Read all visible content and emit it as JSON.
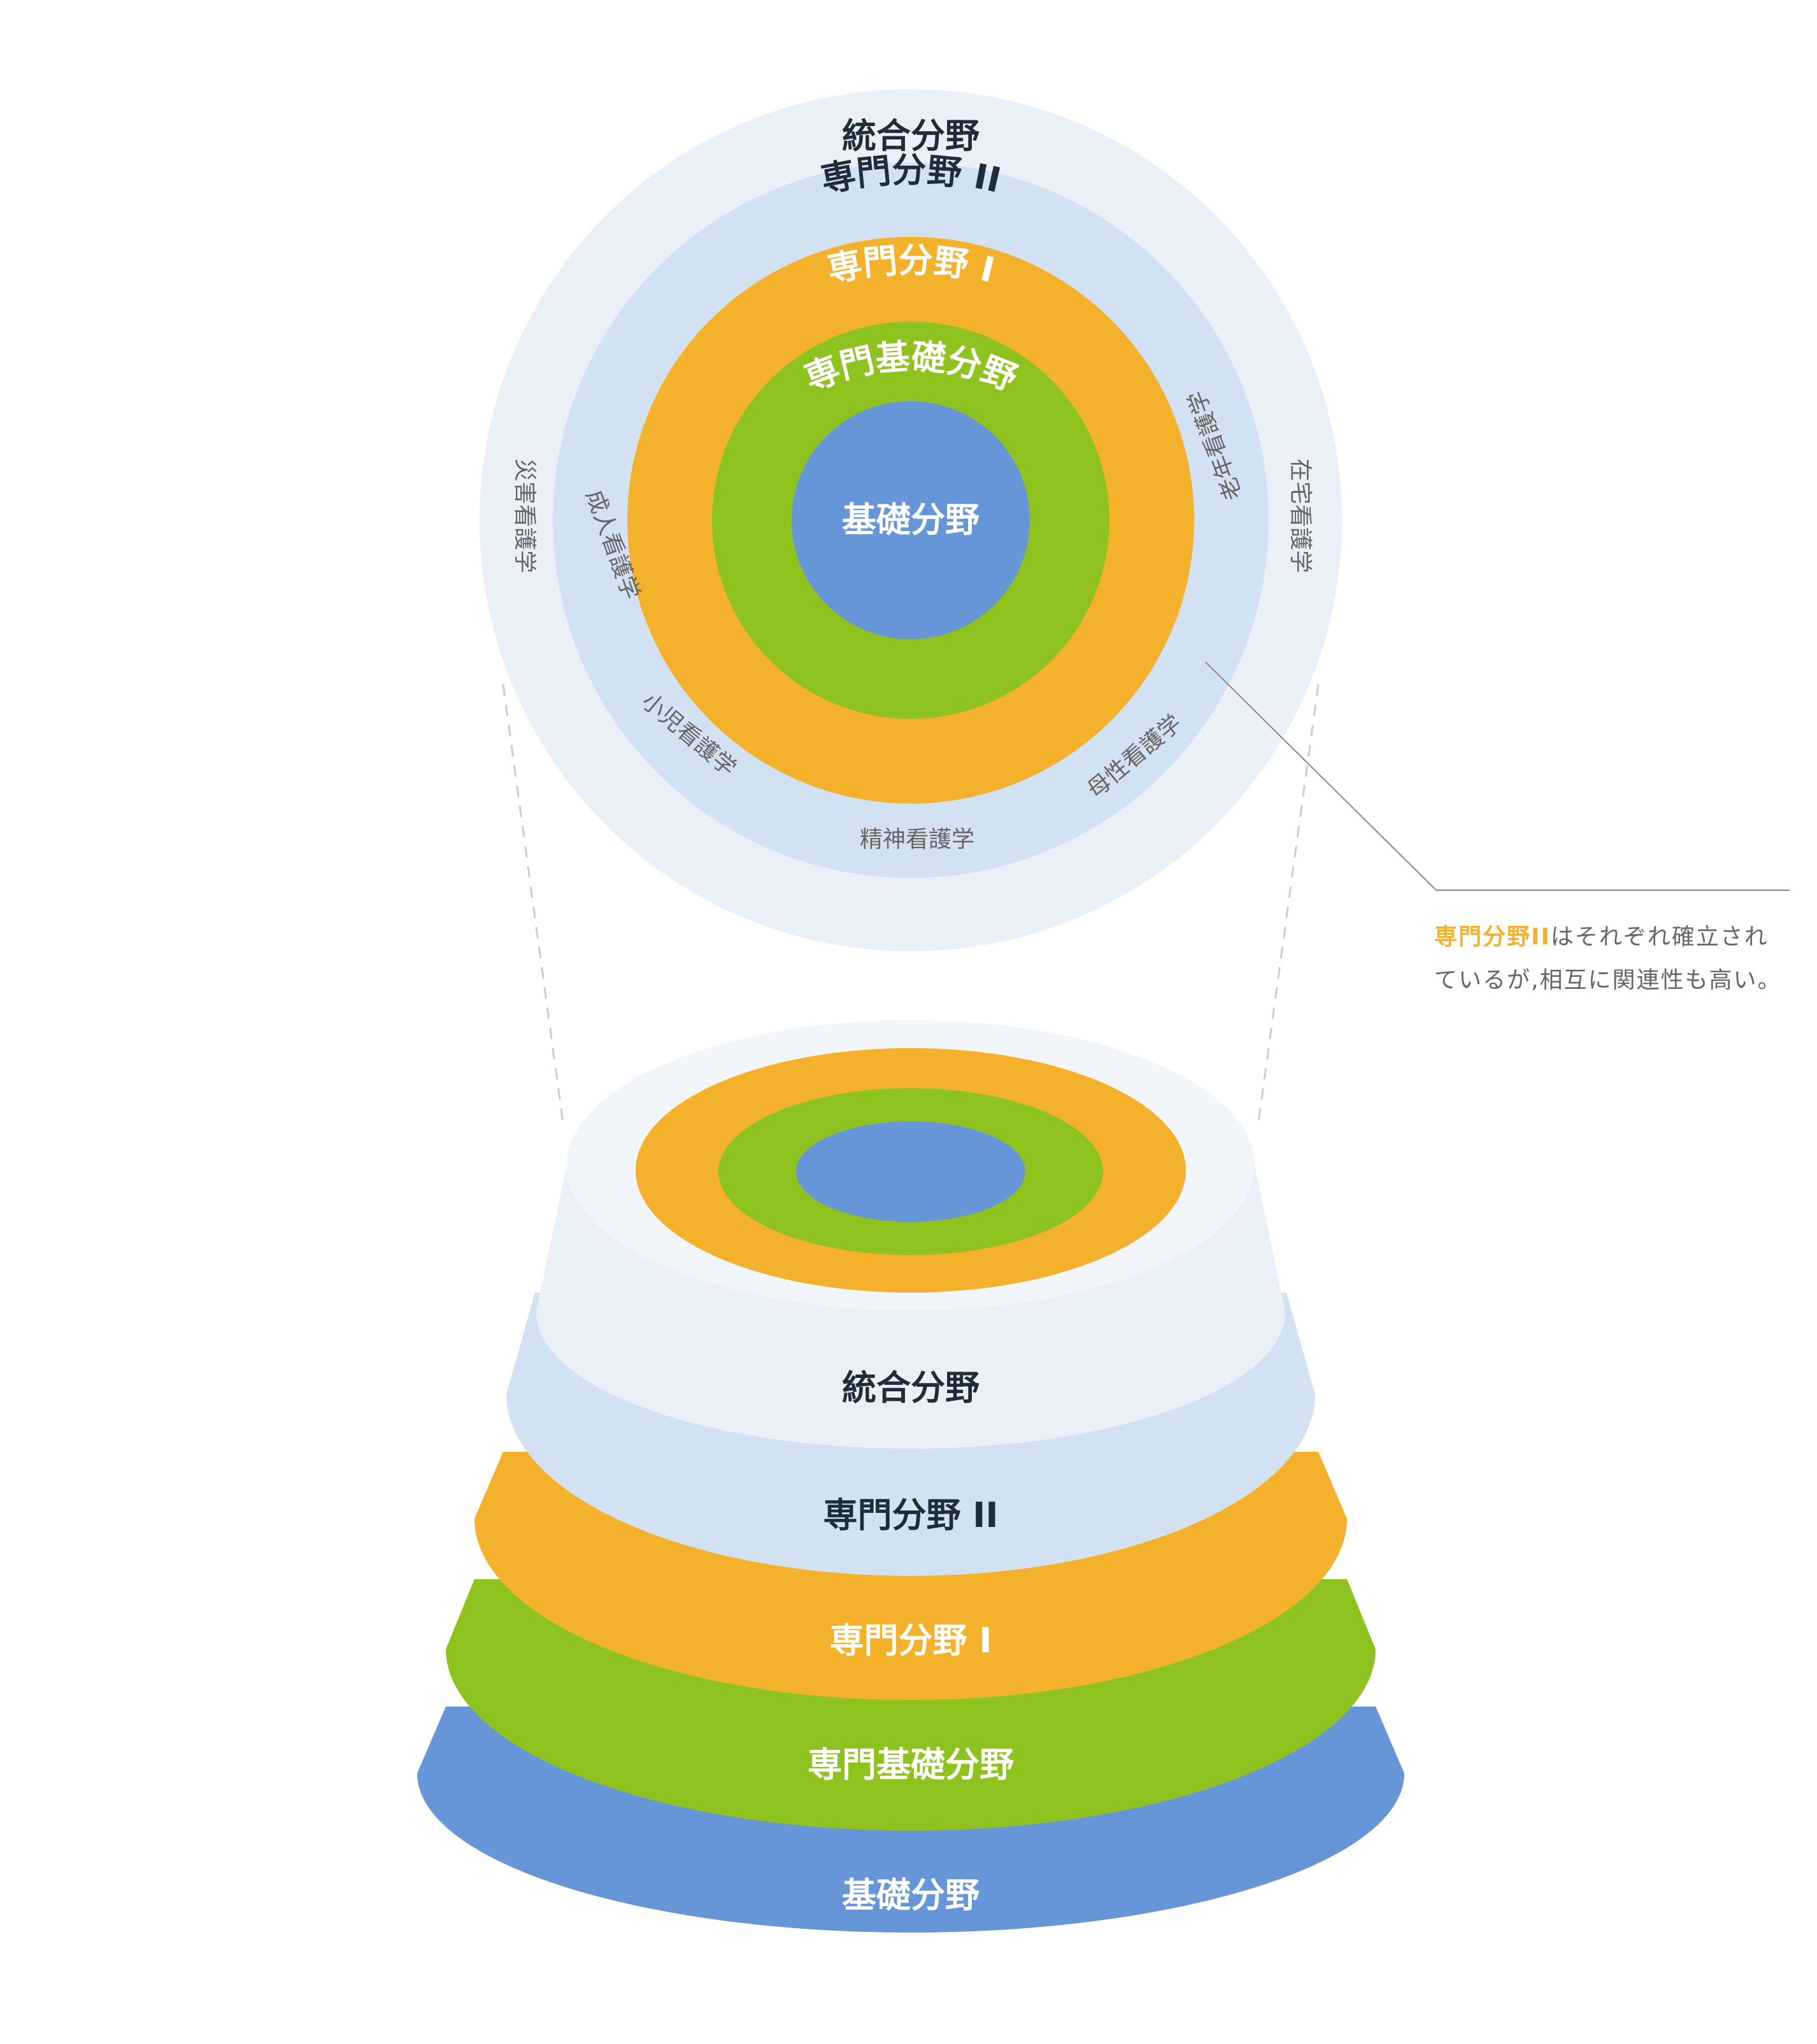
{
  "colors": {
    "outer_ring": "#e9f0f8",
    "ring_2": "#d3e2f2",
    "ring_1": "#f4b12b",
    "ring_basic_specialty": "#8dc21f",
    "core": "#6696d8",
    "dark_text": "#1f2d3a",
    "light_text": "#ffffff",
    "subject_text": "#666666",
    "highlight": "#f4b12b"
  },
  "top_diagram": {
    "outer_label": "統合分野",
    "ring2_label": "専門分野 II",
    "ring1_label": "専門分野 I",
    "green_label": "専門基礎分野",
    "core_label": "基礎分野",
    "outer_subjects": [
      "災害看護学",
      "在宅看護学"
    ],
    "ring2_subjects": [
      "成人看護学",
      "老年看護学",
      "小児看護学",
      "母性看護学",
      "精神看護学"
    ]
  },
  "pyramid": {
    "layers": [
      "統合分野",
      "専門分野 II",
      "専門分野 I",
      "専門基礎分野",
      "基礎分野"
    ]
  },
  "note": {
    "highlight": "専門分野II",
    "text": "はそれぞれ確立されているが,相互に関連性も高い。"
  }
}
